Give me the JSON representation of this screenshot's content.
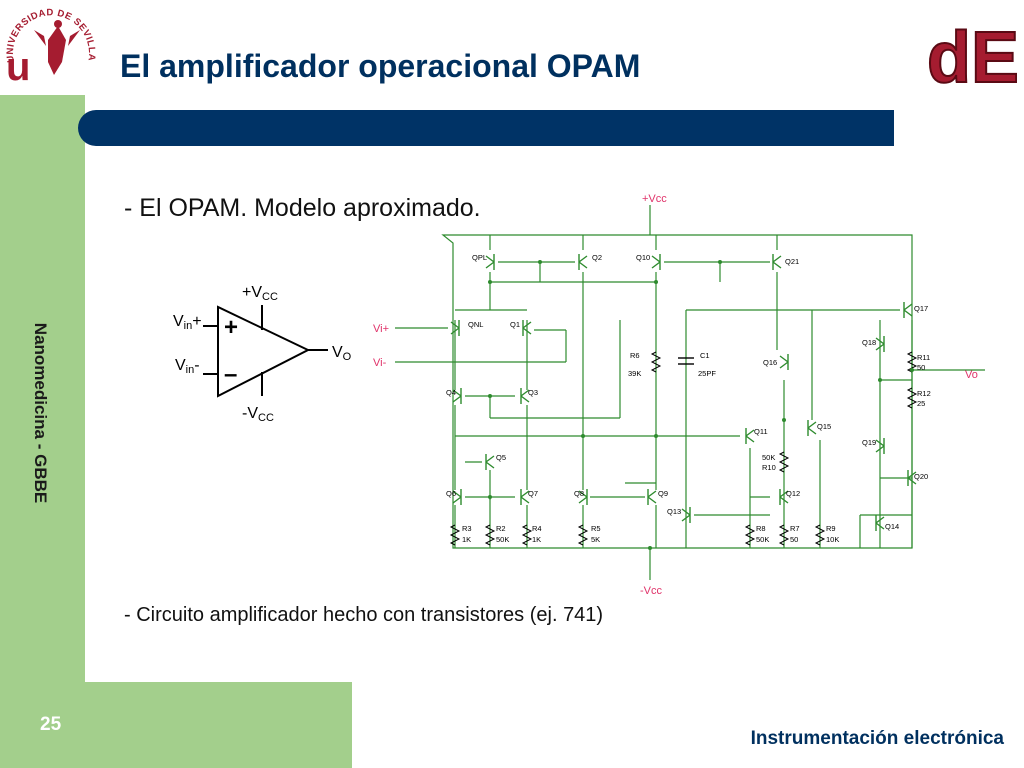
{
  "header": {
    "title": "El amplificador operacional OPAM",
    "university_logo_text": "UNIVERSIDAD DE SEVILLA",
    "department_logo_text": "dE"
  },
  "sidebar": {
    "label": "Nanomedicina - GBBE"
  },
  "content": {
    "subtitle": "- El OPAM. Modelo aproximado.",
    "caption": "- Circuito amplificador hecho con transistores (ej. 741)"
  },
  "opamp_symbol": {
    "vcc_pos": "+V",
    "vcc_pos_sub": "CC",
    "vcc_neg": "-V",
    "vcc_neg_sub": "CC",
    "vin_pos": "V",
    "vin_pos_sub": "in",
    "vin_pos_sign": "+",
    "vin_neg": "V",
    "vin_neg_sub": "in",
    "vin_neg_sign": "-",
    "plus": "+",
    "minus": "–",
    "vo": "V",
    "vo_sub": "O"
  },
  "circuit": {
    "vcc_top": "+Vcc",
    "vcc_bottom": "-Vcc",
    "vi_plus": "Vi+",
    "vi_minus": "Vi-",
    "vo": "Vo",
    "transistors": {
      "QPL": "QPL",
      "Q2": "Q2",
      "Q10": "Q10",
      "Q21": "Q21",
      "QNL": "QNL",
      "Q1": "Q1",
      "Q17": "Q17",
      "Q18": "Q18",
      "Q16": "Q16",
      "Q4": "Q4",
      "Q3": "Q3",
      "Q11": "Q11",
      "Q15": "Q15",
      "Q19": "Q19",
      "Q5": "Q5",
      "Q20": "Q20",
      "Q6": "Q6",
      "Q7": "Q7",
      "Q8": "Q8",
      "Q9": "Q9",
      "Q12": "Q12",
      "Q13": "Q13",
      "Q14": "Q14"
    },
    "components": {
      "R6": "R6",
      "R6_val": "39K",
      "C1": "C1",
      "C1_val": "25PF",
      "R11": "R11",
      "R11_val": "50",
      "R12": "R12",
      "R12_val": "25",
      "R10": "R10",
      "R10_val": "50K",
      "R3": "R3",
      "R3_val": "1K",
      "R2": "R2",
      "R2_val": "50K",
      "R4": "R4",
      "R4_val": "1K",
      "R5": "R5",
      "R5_val": "5K",
      "R8": "R8",
      "R8_val": "50K",
      "R7": "R7",
      "R7_val": "50",
      "R9": "R9",
      "R9_val": "10K"
    }
  },
  "footer": {
    "page_number": "25",
    "course": "Instrumentación electrónica"
  },
  "colors": {
    "title": "#00305f",
    "bar": "#003366",
    "green": "#a3cf8c",
    "wire": "#2e8b2e",
    "red": "#e0336a",
    "logo_red": "#a51c30"
  }
}
